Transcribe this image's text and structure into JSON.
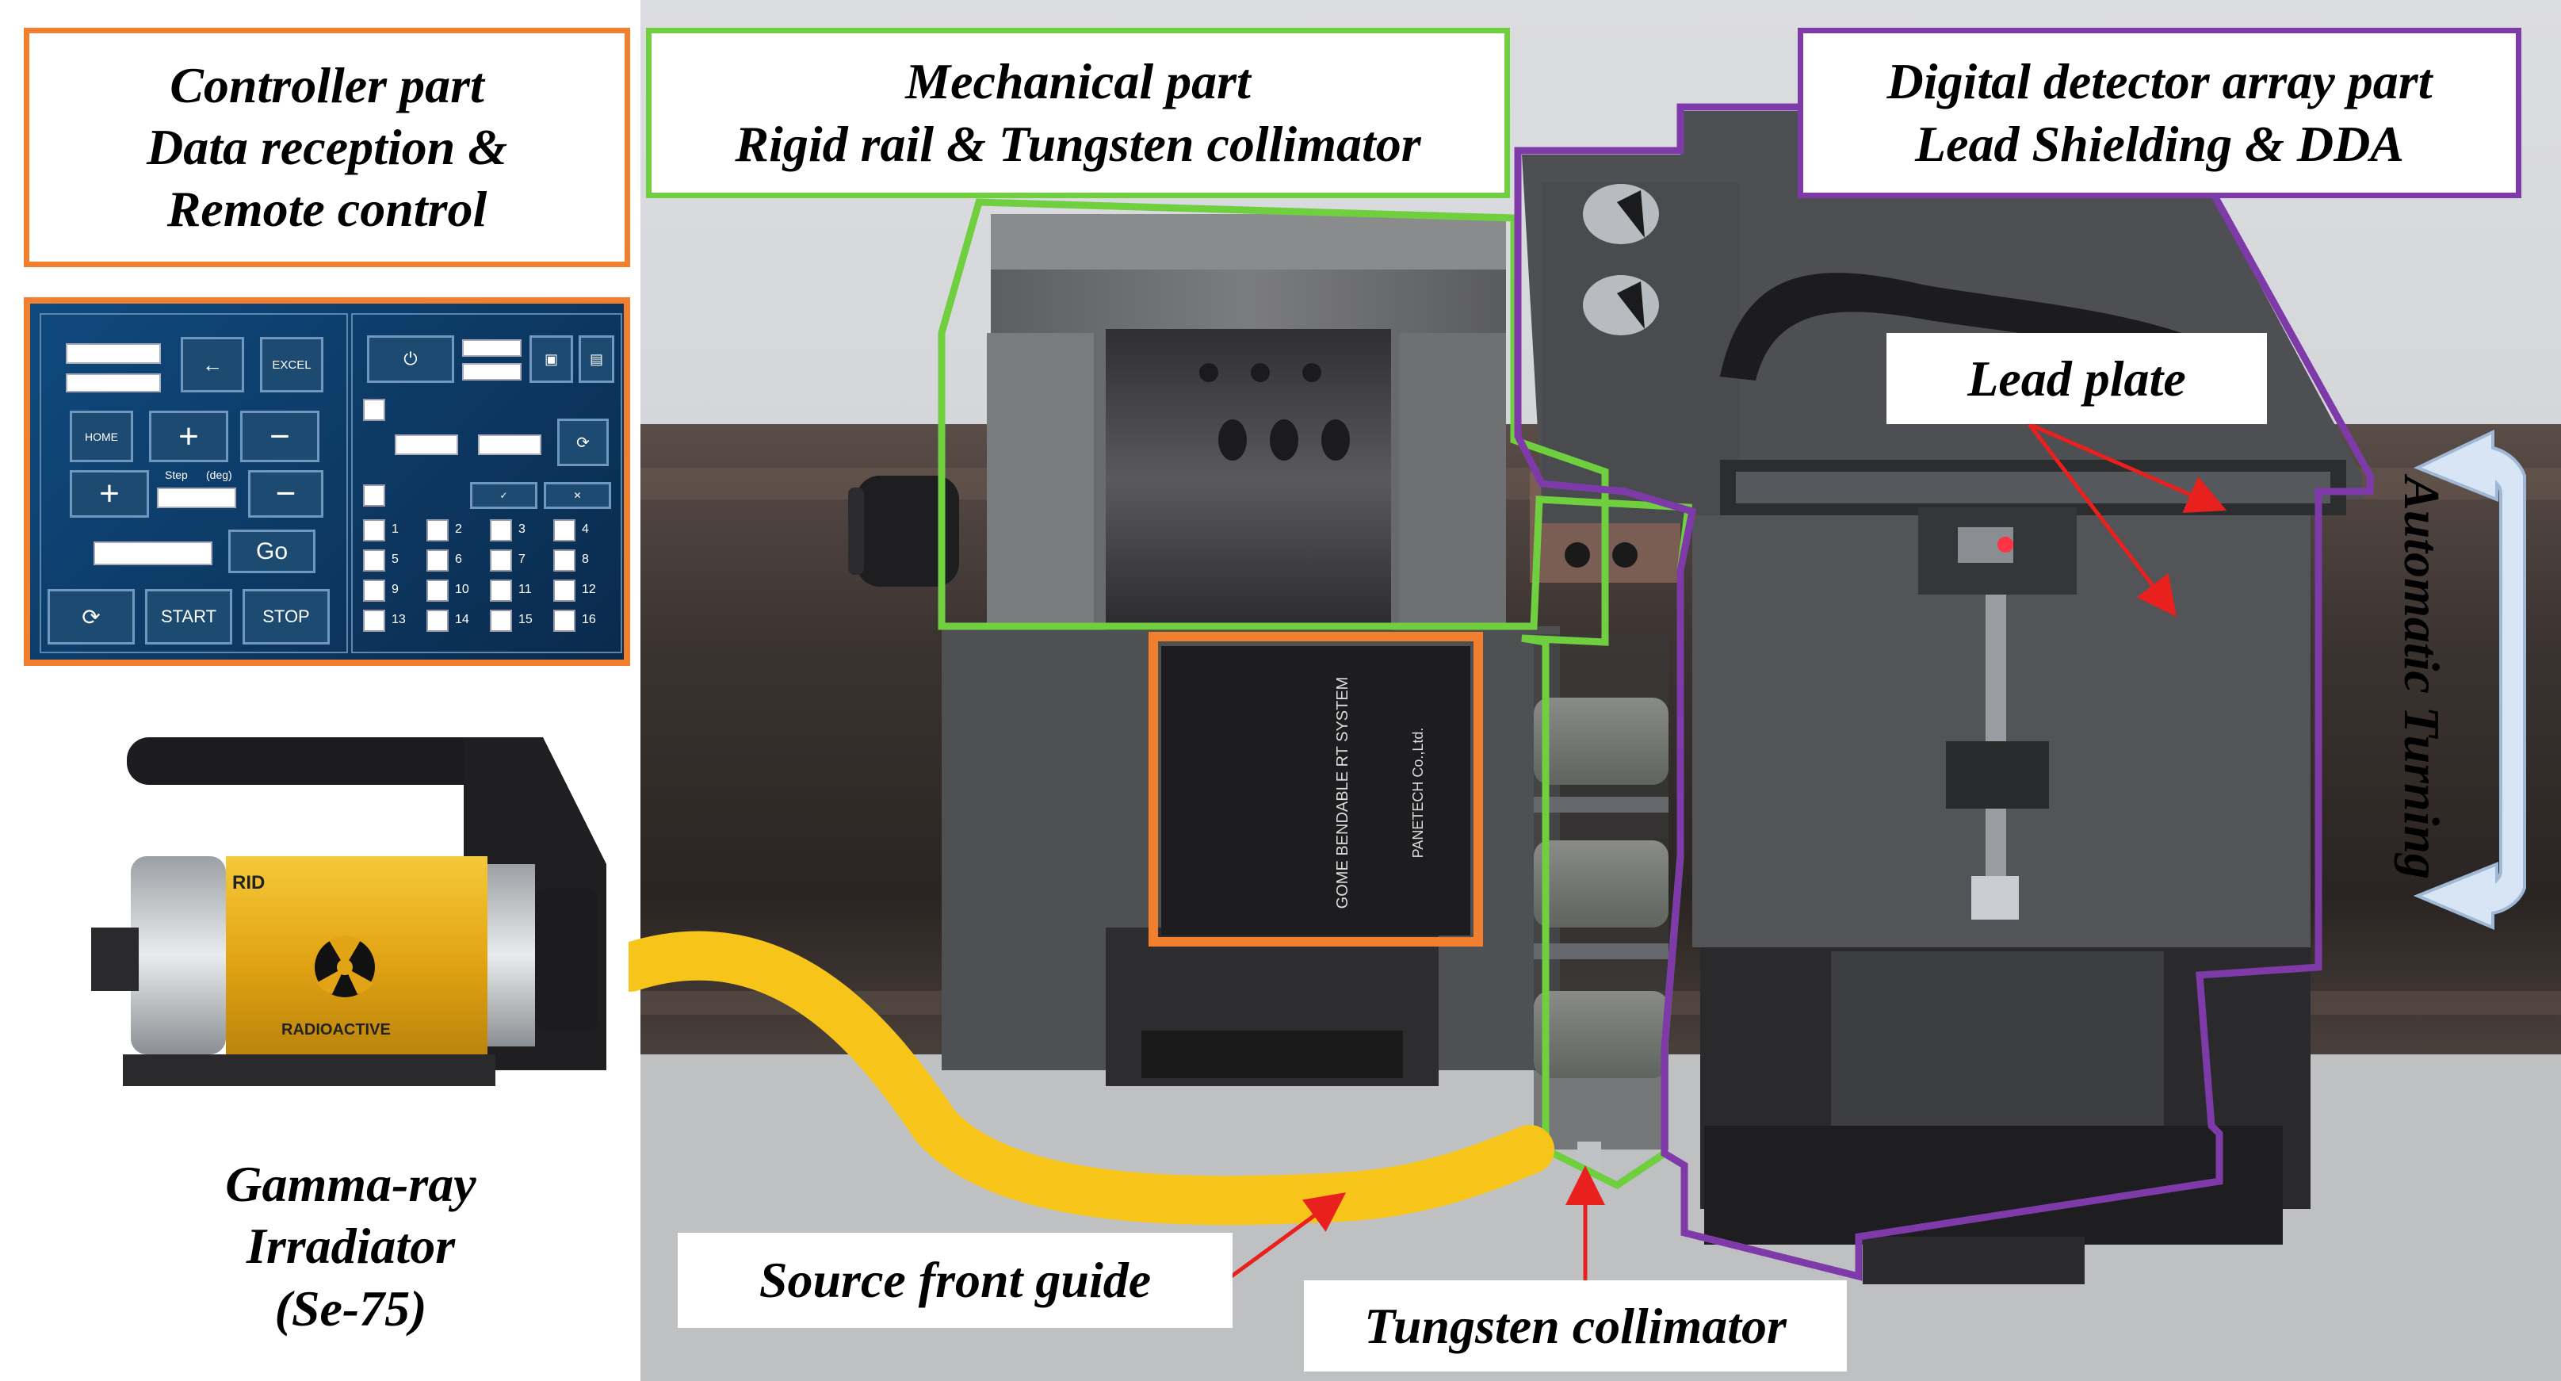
{
  "labels": {
    "controller": [
      "Controller part",
      "Data reception &",
      "Remote control"
    ],
    "mechanical": [
      "Mechanical part",
      "Rigid rail & Tungsten collimator"
    ],
    "dda": [
      "Digital detector array part",
      "Lead Shielding & DDA"
    ],
    "lead_plate": "Lead plate",
    "automatic_turning": "Automatic Turning",
    "gamma": [
      "Gamma-ray",
      "Irradiator",
      "(Se-75)"
    ],
    "source_front_guide": "Source front guide",
    "tungsten_collimator": "Tungsten collimator"
  },
  "controller_ui": {
    "start": "START",
    "stop": "STOP",
    "go": "Go",
    "plus": "+",
    "minus": "−",
    "home": "HOME",
    "excel": "EXCEL",
    "step": "Step",
    "deg": "(deg)",
    "checkbox_numbers": [
      "1",
      "2",
      "3",
      "4",
      "5",
      "6",
      "7",
      "8",
      "9",
      "10",
      "11",
      "12",
      "13",
      "14",
      "15",
      "16"
    ]
  },
  "irradiator": {
    "warning_text": "RADIOACTIVE",
    "brand_text": "RID"
  },
  "nameplate": {
    "line1": "GOME BENDABLE RT SYSTEM",
    "line2": "PANETECH Co.,Ltd."
  },
  "colors": {
    "controller": "#f27f2d",
    "mechanical": "#6fcf3f",
    "dda": "#7e3aa8",
    "source_guide": "#f7c419",
    "arrow": "#e8201e",
    "turn_arrow": "#dbe8f6"
  }
}
